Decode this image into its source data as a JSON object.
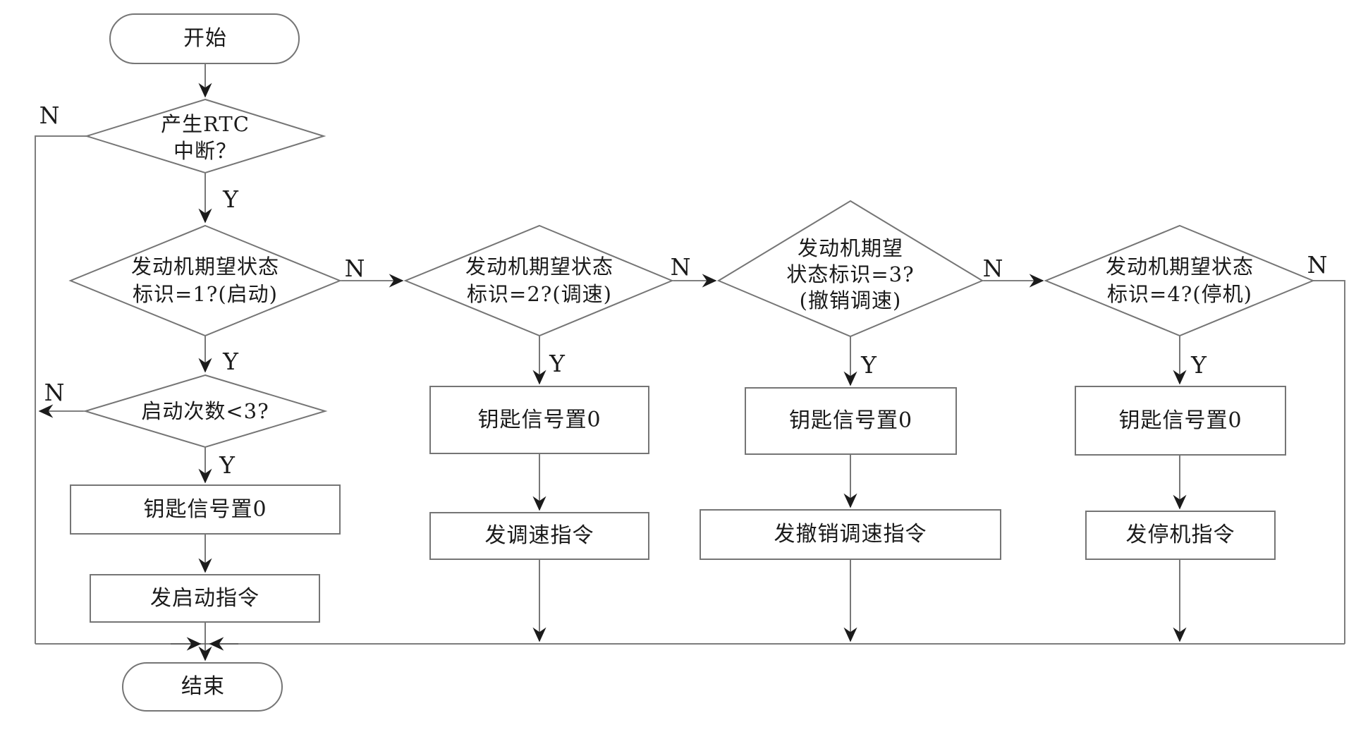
{
  "colors": {
    "background": "#ffffff",
    "shape_stroke": "#7a7a7a",
    "connector_stroke": "#565656",
    "arrowhead": "#1b1b1b",
    "text": "#1a1a1a"
  },
  "branch_labels": {
    "yes": "Y",
    "no": "N"
  },
  "nodes": {
    "start": {
      "label": "开始"
    },
    "rtc_decision": {
      "lines": [
        "产生RTC",
        "中断？"
      ]
    },
    "state1_decision": {
      "lines": [
        "发动机期望状态",
        "标识=1?(启动)"
      ]
    },
    "start_count_decision": {
      "label": "启动次数<3?"
    },
    "key_signal_1": {
      "label": "钥匙信号置0"
    },
    "send_start_cmd": {
      "label": "发启动指令"
    },
    "state2_decision": {
      "lines": [
        "发动机期望状态",
        "标识=2?(调速)"
      ]
    },
    "key_signal_2": {
      "label": "钥匙信号置0"
    },
    "send_speed_cmd": {
      "label": "发调速指令"
    },
    "state3_decision": {
      "lines": [
        "发动机期望",
        "状态标识=3?",
        "(撤销调速)"
      ]
    },
    "key_signal_3": {
      "label": "钥匙信号置0"
    },
    "send_cancel_speed_cmd": {
      "label": "发撤销调速指令"
    },
    "state4_decision": {
      "lines": [
        "发动机期望状态",
        "标识=4?(停机)"
      ]
    },
    "key_signal_4": {
      "label": "钥匙信号置0"
    },
    "send_stop_cmd": {
      "label": "发停机指令"
    },
    "end": {
      "label": "结束"
    }
  }
}
